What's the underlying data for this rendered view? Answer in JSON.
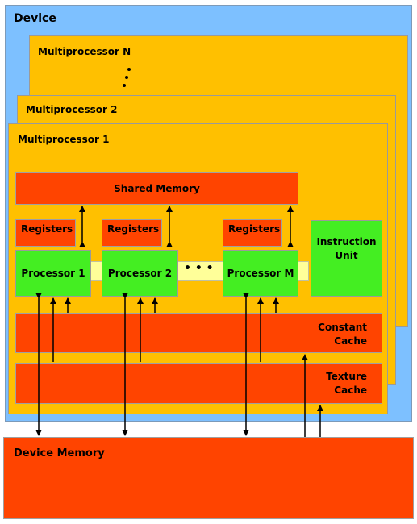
{
  "device": {
    "label": "Device"
  },
  "multiprocessors": [
    {
      "label": "Multiprocessor N"
    },
    {
      "label": "Multiprocessor 2"
    },
    {
      "label": "Multiprocessor 1"
    }
  ],
  "shared_memory": {
    "label": "Shared Memory"
  },
  "registers": [
    {
      "label": "Registers"
    },
    {
      "label": "Registers"
    },
    {
      "label": "Registers"
    }
  ],
  "processors": [
    {
      "label": "Processor 1"
    },
    {
      "label": "Processor 2"
    },
    {
      "label": "Processor M"
    }
  ],
  "ellipsis": "• • •",
  "instruction_unit": {
    "label": "Instruction\nUnit"
  },
  "constant_cache": {
    "label": "Constant\nCache"
  },
  "texture_cache": {
    "label": "Texture\nCache"
  },
  "device_memory": {
    "label": "Device Memory"
  },
  "colors": {
    "device_bg": "#7dc0ff",
    "multiprocessor": "#ffc000",
    "memory": "#ff4400",
    "processor": "#44ee22",
    "interconnect": "#ffff99"
  }
}
